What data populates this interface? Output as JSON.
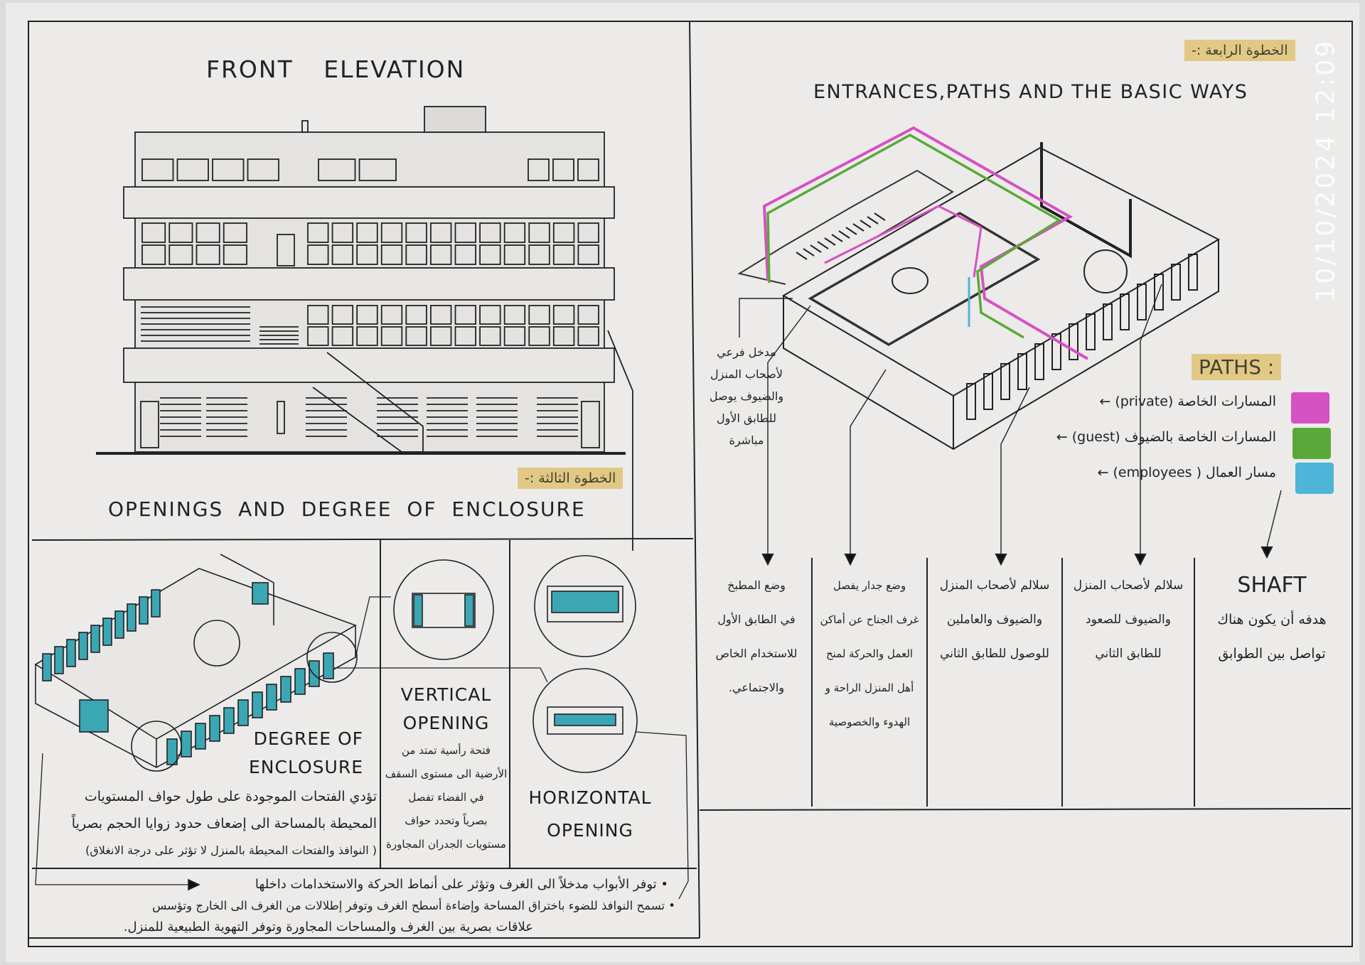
{
  "watermark": "10/10/2024 12:09",
  "colors": {
    "private": "#d651c2",
    "guest": "#5ba83a",
    "employees": "#4cb5d8",
    "tape": "#e2c67d",
    "glass": "#3ba6b4"
  },
  "left": {
    "title": "FRONT ELEVATION",
    "step_label": "الخطوة الثالثة :-",
    "section_title": "OPENINGS AND DEGREE OF ENCLOSURE",
    "degree": {
      "title_line1": "DEGREE OF",
      "title_line2": "ENCLOSURE",
      "text": [
        "تؤدي الفتحات الموجودة على طول حواف المستويات",
        "المحيطة بالمساحة الى إضعاف حدود زوايا الحجم بصرياً",
        "( النوافذ والفتحات المحيطة بالمنزل لا تؤثر على درجة الانغلاق)"
      ]
    },
    "vertical": {
      "title_line1": "VERTICAL",
      "title_line2": "OPENING",
      "text": [
        "فتحة رأسية تمتد من",
        "الأرضية الى مستوى السقف",
        "في الفضاء تفصل",
        "بصرياً وتحدد حواف",
        "مستويات الجدران المجاورة"
      ]
    },
    "horizontal": {
      "title_line1": "HORIZONTAL",
      "title_line2": "OPENING"
    },
    "notes": [
      "• توفر الأبواب مدخلاً الى الغرف وتؤثر على أنماط الحركة والاستخدامات داخلها",
      "• تسمح النوافذ للضوء باختراق المساحة وإضاءة أسطح الغرف وتوفر إطلالات من الغرف الى الخارج وتؤسس",
      "علاقات بصرية بين الغرف والمساحات المجاورة وتوفر التهوية الطبيعية للمنزل."
    ]
  },
  "right": {
    "step_label": "الخطوة الرابعة :-",
    "title": "ENTRANCES,PATHS AND THE BASIC WAYS",
    "entrance_note": [
      "مدخل فرعي",
      "لأصحاب المنزل",
      "والضيوف يوصل",
      "للطابق الأول",
      "مباشرة"
    ],
    "legend": {
      "title": "PATHS :",
      "items": [
        {
          "label": "المسارات الخاصة (private)",
          "color": "#d651c2"
        },
        {
          "label": "المسارات الخاصة بالضيوف (guest)",
          "color": "#5ba83a"
        },
        {
          "label": "مسار العمال ( employees)",
          "color": "#4cb5d8"
        }
      ]
    },
    "columns": [
      {
        "title": "SHAFT",
        "lines": [
          "هدفه أن يكون هناك",
          "تواصل بين الطوابق"
        ]
      },
      {
        "title": "",
        "lines": [
          "سلالم لأصحاب المنزل",
          "والضيوف للصعود",
          "للطابق الثاني"
        ]
      },
      {
        "title": "",
        "lines": [
          "سلالم لأصحاب المنزل",
          "والضيوف والعاملين",
          "للوصول للطابق الثاني"
        ]
      },
      {
        "title": "",
        "lines": [
          "وضع جدار يفصل",
          "غرف الجناح عن أماكن",
          "العمل والحركة لمنح",
          "أهل المنزل الراحة و",
          "الهدوء والخصوصية"
        ]
      },
      {
        "title": "",
        "lines": [
          "وضع المطبخ",
          "في الطابق الأول",
          "للاستخدام الخاص",
          "والاجتماعي."
        ]
      }
    ]
  }
}
